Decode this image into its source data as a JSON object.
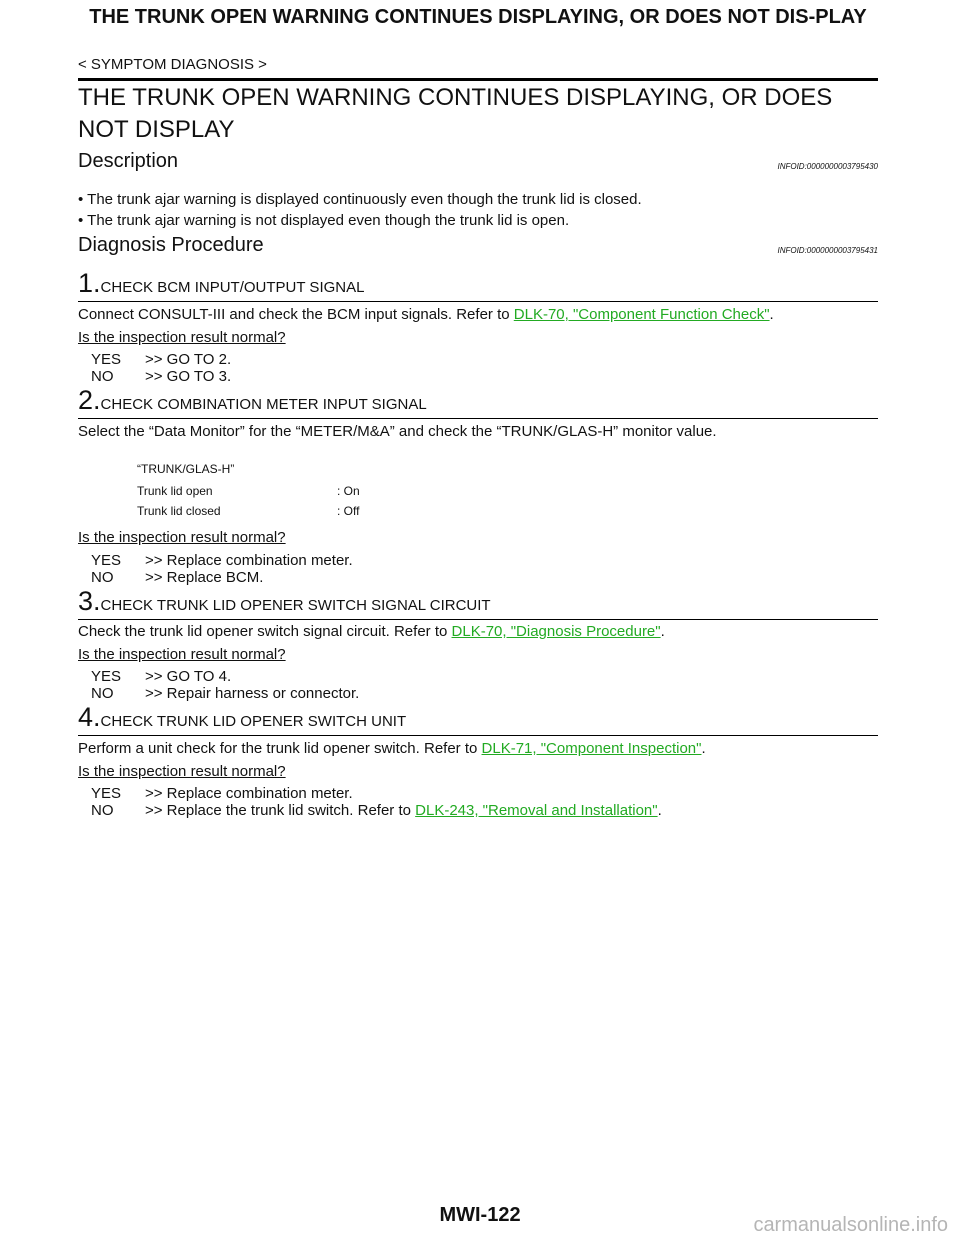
{
  "header": {
    "title": "THE TRUNK OPEN WARNING CONTINUES DISPLAYING, OR DOES NOT DIS-PLAY",
    "breadcrumb": "< SYMPTOM DIAGNOSIS >"
  },
  "section_title": "THE TRUNK OPEN WARNING CONTINUES DISPLAYING, OR DOES NOT DISPLAY",
  "description": {
    "heading": "Description",
    "infoid": "INFOID:0000000003795430",
    "bullets": [
      "The trunk ajar warning is displayed continuously even though the trunk lid is closed.",
      "The trunk ajar warning is not displayed even though the trunk lid is open."
    ]
  },
  "diagnosis": {
    "heading": "Diagnosis Procedure",
    "infoid": "INFOID:0000000003795431"
  },
  "steps": [
    {
      "num": "1.",
      "title": "CHECK BCM INPUT/OUTPUT SIGNAL",
      "text": "Connect CONSULT-III and check the BCM input signals. Refer to",
      "link": "DLK-70, \"Component  Function  Check\"",
      "text_after": ".",
      "question": "Is the inspection result normal?",
      "yes": "YES",
      "yes_action": ">> GO TO 2.",
      "no": "NO",
      "no_action": ">> GO TO 3."
    },
    {
      "num": "2.",
      "title": "CHECK COMBINATION METER INPUT SIGNAL",
      "text": "Select the “Data Monitor” for the “METER/M&A” and check the “TRUNK/GLAS-H” monitor value.",
      "monitor_title": "“TRUNK/GLAS-H”",
      "monitor_rows": [
        {
          "condition": "Trunk lid open",
          "value": ": On"
        },
        {
          "condition": "Trunk lid closed",
          "value": ": Off"
        }
      ],
      "question": "Is the inspection result normal?",
      "yes": "YES",
      "yes_action": ">> Replace combination meter.",
      "no": "NO",
      "no_action": ">> Replace BCM."
    },
    {
      "num": "3.",
      "title": "CHECK TRUNK LID OPENER SWITCH SIGNAL CIRCUIT",
      "text": "Check the trunk lid opener switch signal circuit. Refer to",
      "link": "DLK-70, \"Diagnosis Procedure\"",
      "text_after": ".",
      "question": "Is the inspection result normal?",
      "yes": "YES",
      "yes_action": ">> GO TO 4.",
      "no": "NO",
      "no_action": ">> Repair harness or connector."
    },
    {
      "num": "4.",
      "title": "CHECK TRUNK LID OPENER SWITCH UNIT",
      "text": "Perform a unit check for the trunk lid opener switch. Refer to",
      "link": "DLK-71, \"Component Inspection\"",
      "text_after": ".",
      "question": "Is the inspection result normal?",
      "yes": "YES",
      "yes_action": ">> Replace combination meter.",
      "no": "NO",
      "no_action": ">> Replace the trunk lid switch. Refer to",
      "no_link": "DLK-243, \"Removal and Installation\"",
      "no_after": "."
    }
  ],
  "footer": {
    "page_number": "MWI-122",
    "watermark": "carmanualsonline.info"
  }
}
